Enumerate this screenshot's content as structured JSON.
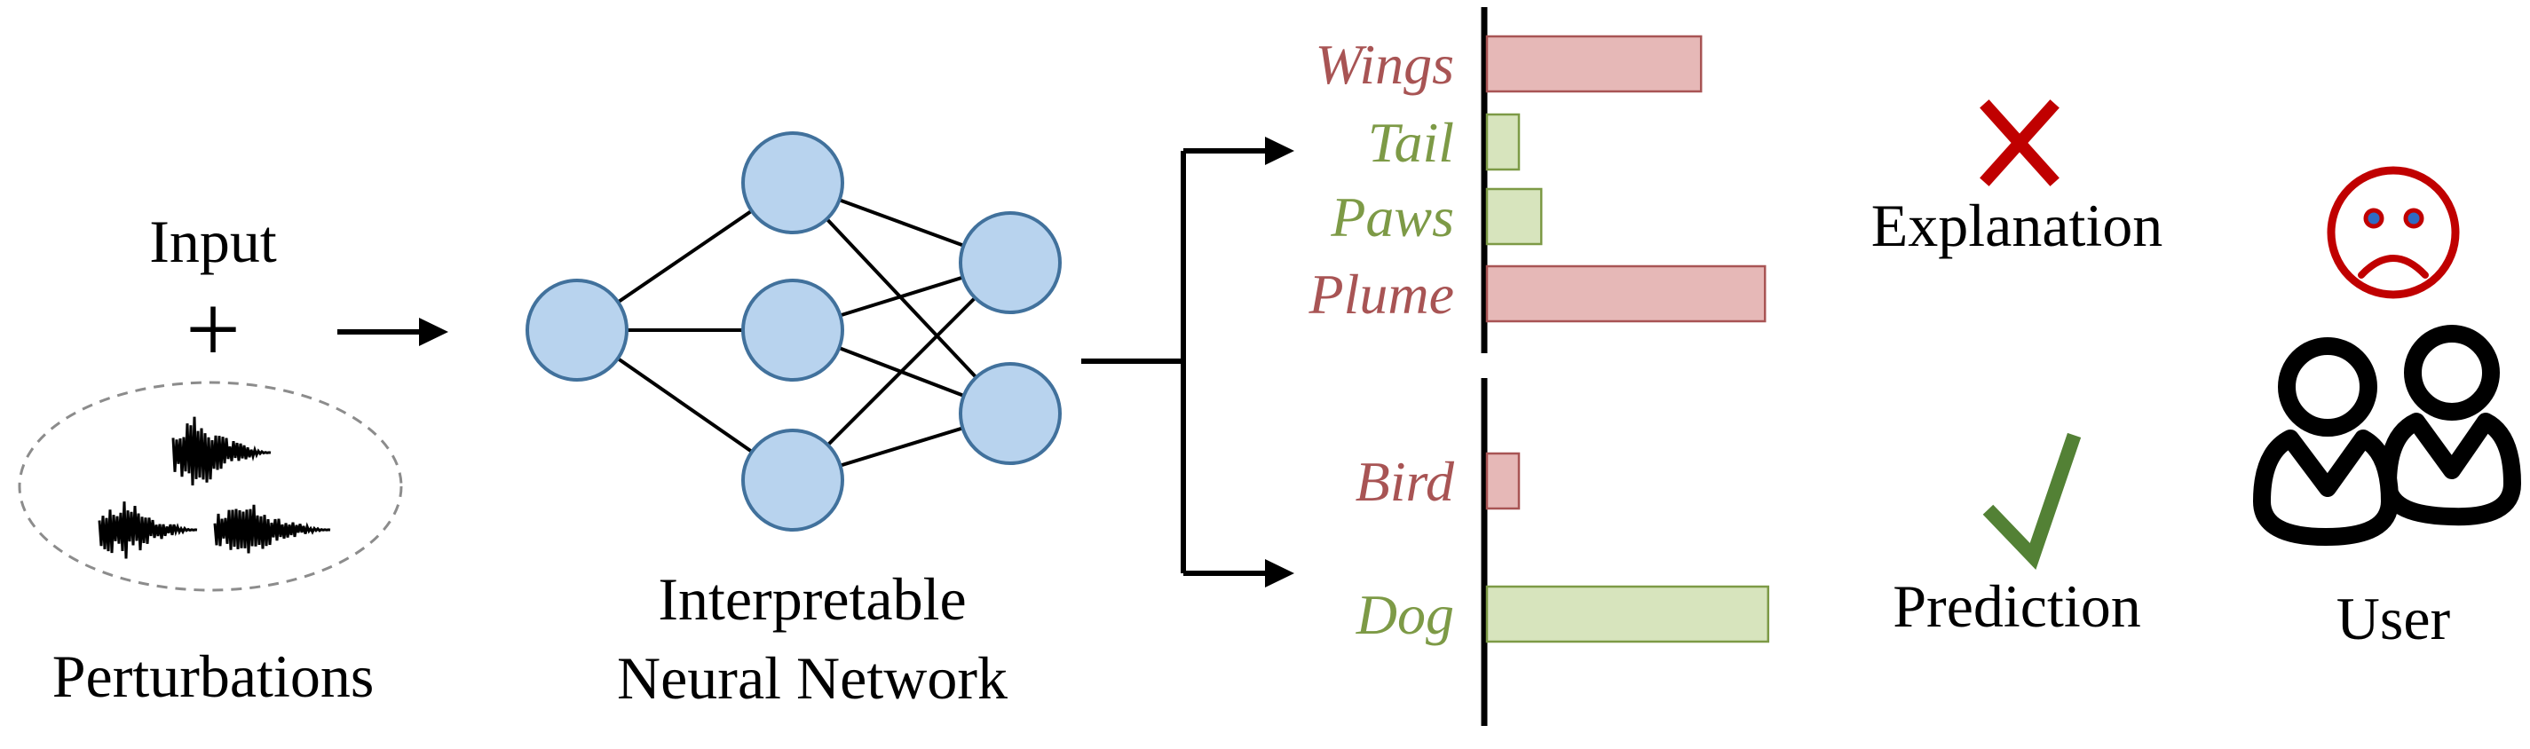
{
  "input": {
    "input_label": "Input",
    "plus": "+",
    "perturbations_label": "Perturbations"
  },
  "network": {
    "label_line1": "Interpretable",
    "label_line2": "Neural Network"
  },
  "explanation": {
    "label": "Explanation",
    "status_icon": "cross-icon",
    "features": [
      {
        "name": "Wings",
        "value": 0.67,
        "color": "#a85454"
      },
      {
        "name": "Tail",
        "value": 0.1,
        "color": "#7d9a46"
      },
      {
        "name": "Paws",
        "value": 0.17,
        "color": "#7d9a46"
      },
      {
        "name": "Plume",
        "value": 0.87,
        "color": "#a85454"
      }
    ]
  },
  "prediction": {
    "label": "Prediction",
    "status_icon": "check-icon",
    "classes": [
      {
        "name": "Bird",
        "value": 0.1,
        "color": "#a85454"
      },
      {
        "name": "Dog",
        "value": 0.88,
        "color": "#7d9a46"
      }
    ]
  },
  "user": {
    "label": "User",
    "mood_icon": "sad-face-icon"
  },
  "colors": {
    "negative": "#a85454",
    "negative_fill": "#e6b8b7",
    "positive": "#7d9a46",
    "positive_fill": "#d7e4bd",
    "node_fill": "#b8d3ee",
    "node_stroke": "#41719c",
    "cross": "#c00000",
    "check": "#538135"
  }
}
